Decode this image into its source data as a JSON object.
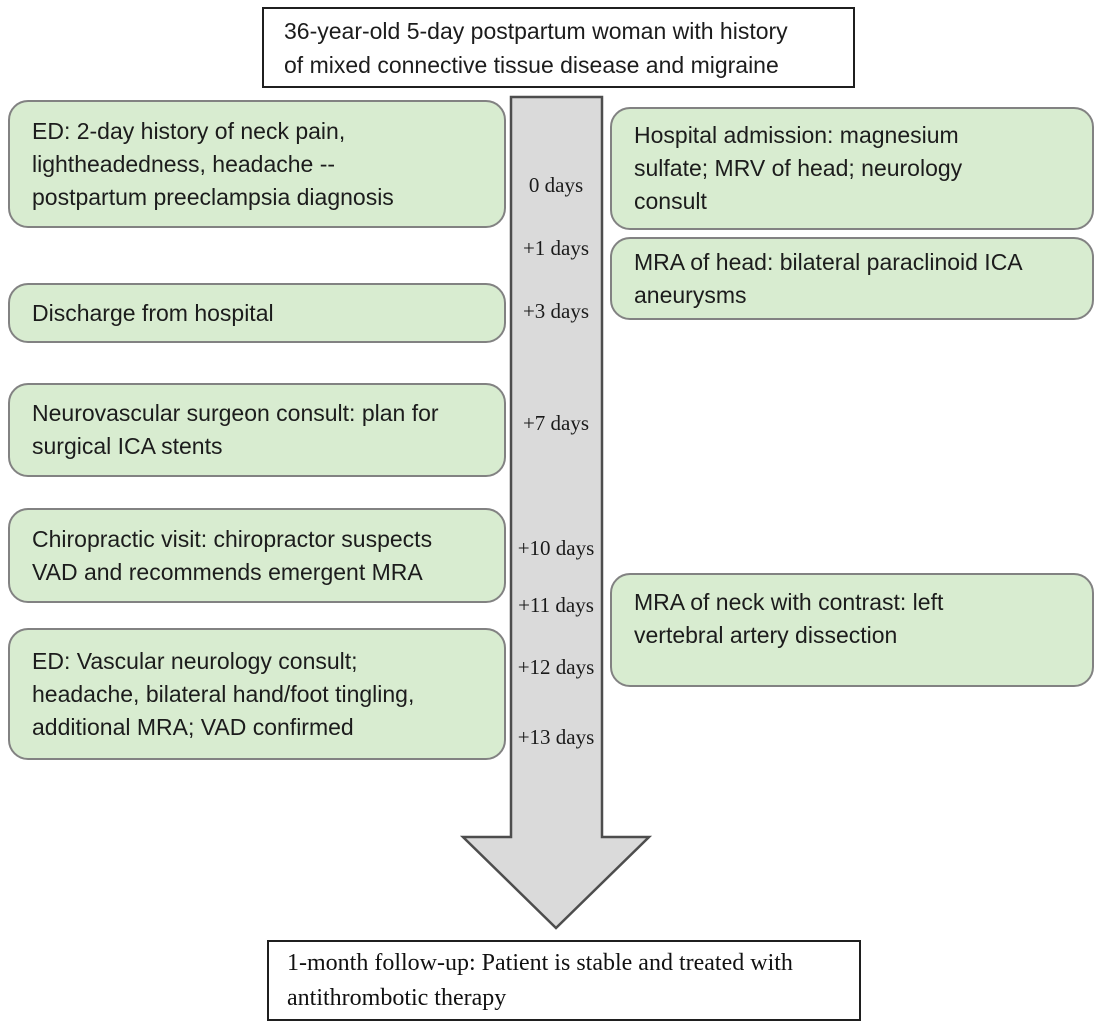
{
  "title_box": {
    "text": "36-year-old 5-day postpartum woman with history\nof mixed connective tissue disease and migraine"
  },
  "timeline": {
    "day_labels": [
      "0 days",
      "+1 days",
      "+3 days",
      "+7 days",
      "+10 days",
      "+11 days",
      "+12 days",
      "+13 days"
    ]
  },
  "left_events": [
    {
      "text": "ED: 2-day history of neck pain,\nlightheadedness, headache --\npostpartum preeclampsia diagnosis"
    },
    {
      "text": "Discharge from hospital"
    },
    {
      "text": "Neurovascular surgeon consult: plan for\nsurgical ICA stents"
    },
    {
      "text": "Chiropractic visit: chiropractor suspects\nVAD and recommends emergent MRA"
    },
    {
      "text": "ED: Vascular neurology consult;\nheadache, bilateral hand/foot tingling,\nadditional MRA; VAD confirmed"
    }
  ],
  "right_events": [
    {
      "text": "Hospital admission: magnesium\nsulfate; MRV of head; neurology\nconsult"
    },
    {
      "text": "MRA of head: bilateral paraclinoid ICA\naneurysms"
    },
    {
      "text": "MRA of neck with contrast: left\nvertebral artery dissection"
    }
  ],
  "outcome_box": {
    "text": "1-month follow-up: Patient is stable and treated with\nantithrombotic therapy"
  },
  "colors": {
    "event_fill": "#d8ecd0",
    "event_border": "#828282",
    "arrow_fill": "#dadada",
    "arrow_border": "#4d4d4d",
    "plain_box_border": "#1f1f1f"
  }
}
